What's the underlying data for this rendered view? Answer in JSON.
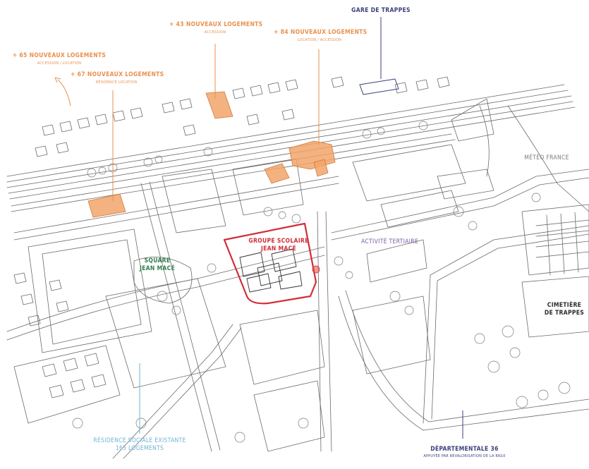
{
  "colors": {
    "housing": "#e8914f",
    "station": "#3b3f7a",
    "square": "#2e7d4f",
    "school": "#d12d3a",
    "tertiary": "#7a58a8",
    "meteo": "#7e7e7e",
    "residence": "#6fb3d6",
    "sketch": "#5a5a5a"
  },
  "labels": {
    "housing_65": {
      "title": "+ 65 NOUVEAUX LOGEMENTS",
      "sub": "ACCESSION / LOCATION"
    },
    "housing_67": {
      "title": "+ 67 NOUVEAUX LOGEMENTS",
      "sub": "RÉSIDENCE LOCATION"
    },
    "housing_43": {
      "title": "+ 43 NOUVEAUX LOGEMENTS",
      "sub": "ACCESSION"
    },
    "housing_84": {
      "title": "+ 84 NOUVEAUX LOGEMENTS",
      "sub": "LOCATION / ACCESSION"
    },
    "station": {
      "title": "GARE DE TRAPPES"
    },
    "meteo": {
      "title": "MÉTÉO FRANCE"
    },
    "tertiary": {
      "title": "ACTIVITÉ TERTIAIRE"
    },
    "school": {
      "line1": "GROUPE SCOLAIRE",
      "line2": "JEAN MACÉ"
    },
    "square": {
      "line1": "SQUARE",
      "line2": "JEAN MACÉ"
    },
    "cemetery": {
      "line1": "CIMETIÈRE",
      "line2": "DE TRAPPES"
    },
    "residence": {
      "line1": "RÉSIDENCE SOCIALE EXISTANTE",
      "line2": "165 LOGEMENTS"
    },
    "departementale": {
      "title": "DÉPARTEMENTALE 36",
      "sub": "APPUYÉE PAR REVALORISATION DE LA RN10"
    }
  }
}
